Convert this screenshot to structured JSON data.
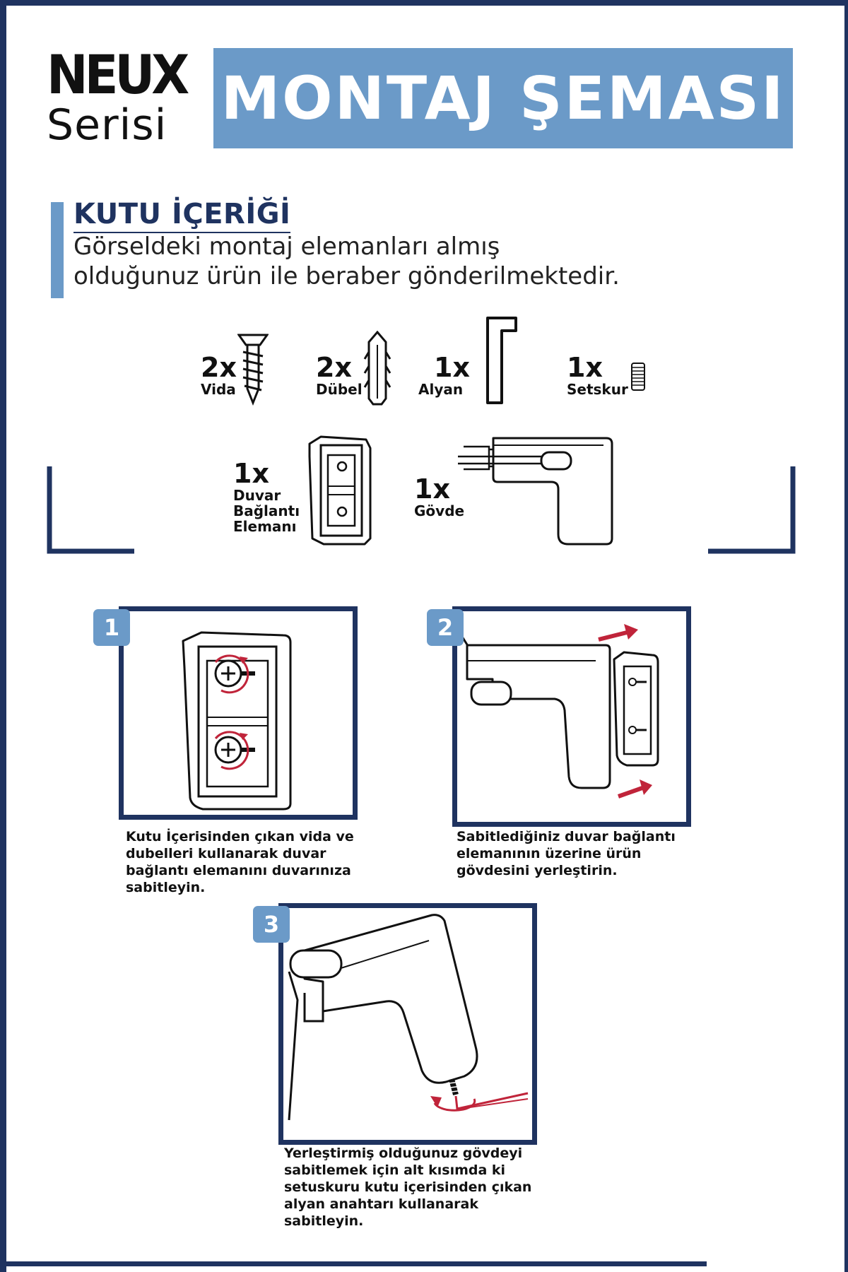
{
  "brand": {
    "name": "NEUX",
    "series": "Serisi"
  },
  "title": "MONTAJ ŞEMASI",
  "kutu": {
    "heading": "KUTU İÇERİĞİ",
    "line1": "Görseldeki montaj elemanları almış",
    "line2": "olduğunuz ürün ile beraber gönderilmektedir."
  },
  "items": [
    {
      "qty": "2x",
      "label": "Vida",
      "icon": "screw-icon"
    },
    {
      "qty": "2x",
      "label": "Dübel",
      "icon": "wall-plug-icon"
    },
    {
      "qty": "1x",
      "label": "Alyan",
      "icon": "allen-key-icon"
    },
    {
      "qty": "1x",
      "label": "Setskur",
      "icon": "set-screw-icon"
    },
    {
      "qty": "1x",
      "label_lines": [
        "Duvar",
        "Bağlantı",
        "Elemanı"
      ],
      "icon": "wall-bracket-icon"
    },
    {
      "qty": "1x",
      "label": "Gövde",
      "icon": "bracket-body-icon"
    }
  ],
  "steps": [
    {
      "number": "1",
      "text_lines": [
        "Kutu İçerisinden çıkan vida ve",
        "dubelleri kullanarak duvar",
        "bağlantı elemanını duvarınıza",
        "sabitleyin."
      ]
    },
    {
      "number": "2",
      "text_lines": [
        "Sabitlediğiniz duvar bağlantı",
        "elemanının üzerine ürün",
        "gövdesini yerleştirin."
      ]
    },
    {
      "number": "3",
      "text_lines": [
        "Yerleştirmiş olduğunuz gövdeyi",
        "sabitlemek için alt kısımda ki",
        "setuskuru kutu içerisinden çıkan",
        "alyan anahtarı kullanarak",
        "sabitleyin."
      ]
    }
  ],
  "colors": {
    "navy": "#1f3360",
    "accent": "#6b9ac8",
    "arrow": "#c0243a"
  }
}
